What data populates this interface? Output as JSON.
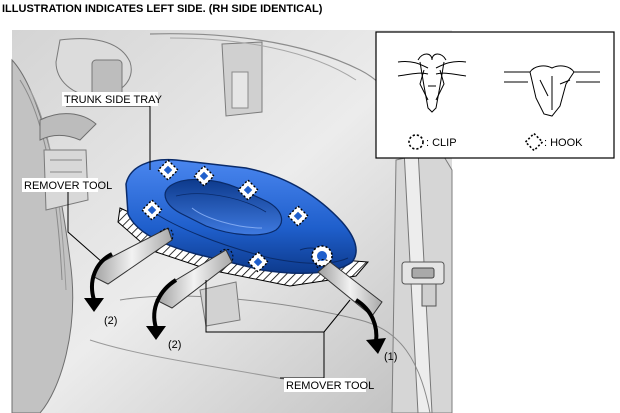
{
  "header": "ILLUSTRATION INDICATES LEFT SIDE. (RH SIDE IDENTICAL)",
  "labels": {
    "tray": "TRUNK SIDE TRAY",
    "remover_upper": "REMOVER TOOL",
    "remover_lower": "REMOVER TOOL",
    "step1": "(1)",
    "step2a": "(2)",
    "step2b": "(2)"
  },
  "legend": {
    "clip": ": CLIP",
    "hook": ": HOOK"
  },
  "colors": {
    "tray_blue": "#1f5fcc",
    "tray_dark": "#0d3a8c",
    "interior_light": "#e9e9e9",
    "interior_mid": "#cfcfcf",
    "interior_dark": "#9a9a9a",
    "arrow_fill": "#ffffff",
    "arrow_head": "#000000"
  },
  "icons": [
    "clip-icon",
    "hook-icon",
    "clip-detail-icon",
    "hook-detail-icon"
  ]
}
